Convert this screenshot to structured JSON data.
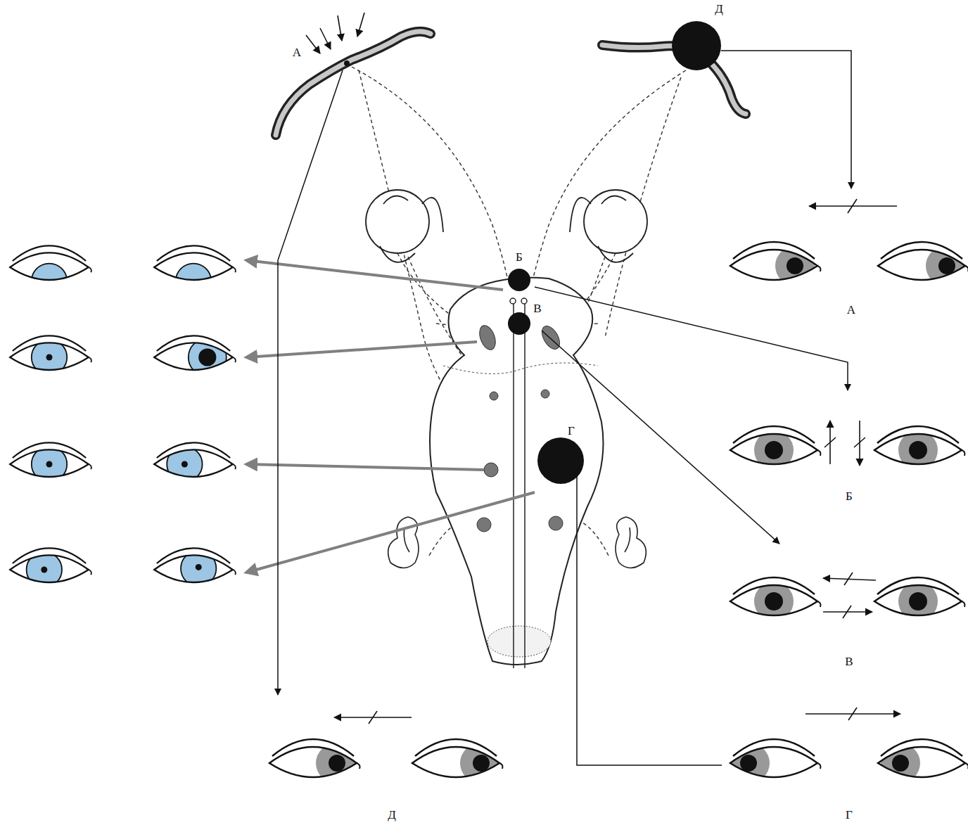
{
  "diagram": {
    "labels": [
      "А",
      "Д",
      "Б",
      "В",
      "Г",
      "А",
      "Б",
      "В",
      "Г",
      "Д"
    ]
  }
}
